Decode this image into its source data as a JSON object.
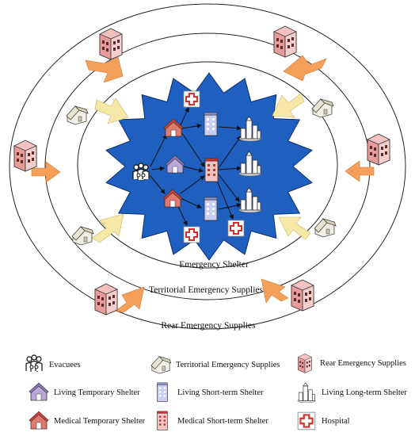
{
  "rings": {
    "inner_label": "Emergency Shelter",
    "middle_label": "Territorial Emergency Supplies",
    "outer_label": "Rear Emergency Supplies"
  },
  "legend": {
    "evacuees": "Evacuees",
    "territorial_supplies": "Territorial Emergency Supplies",
    "rear_supplies": "Rear Emergency Supplies",
    "living_temporary": "Living Temporary Shelter",
    "living_short_term": "Living Short-term Shelter",
    "living_long_term": "Living Long-term Shelter",
    "medical_temporary": "Medical Temporary Shelter",
    "medical_short_term": "Medical Short-term Shelter",
    "hospital": "Hospital"
  },
  "colors": {
    "star_fill": "#1f5fbf",
    "rear_arrow": "#f4a05a",
    "territorial_arrow": "#f7e8a8",
    "house_fill": "#f0efe6",
    "rear_building": "#f2b8b6",
    "medical_red": "#d9302a"
  }
}
